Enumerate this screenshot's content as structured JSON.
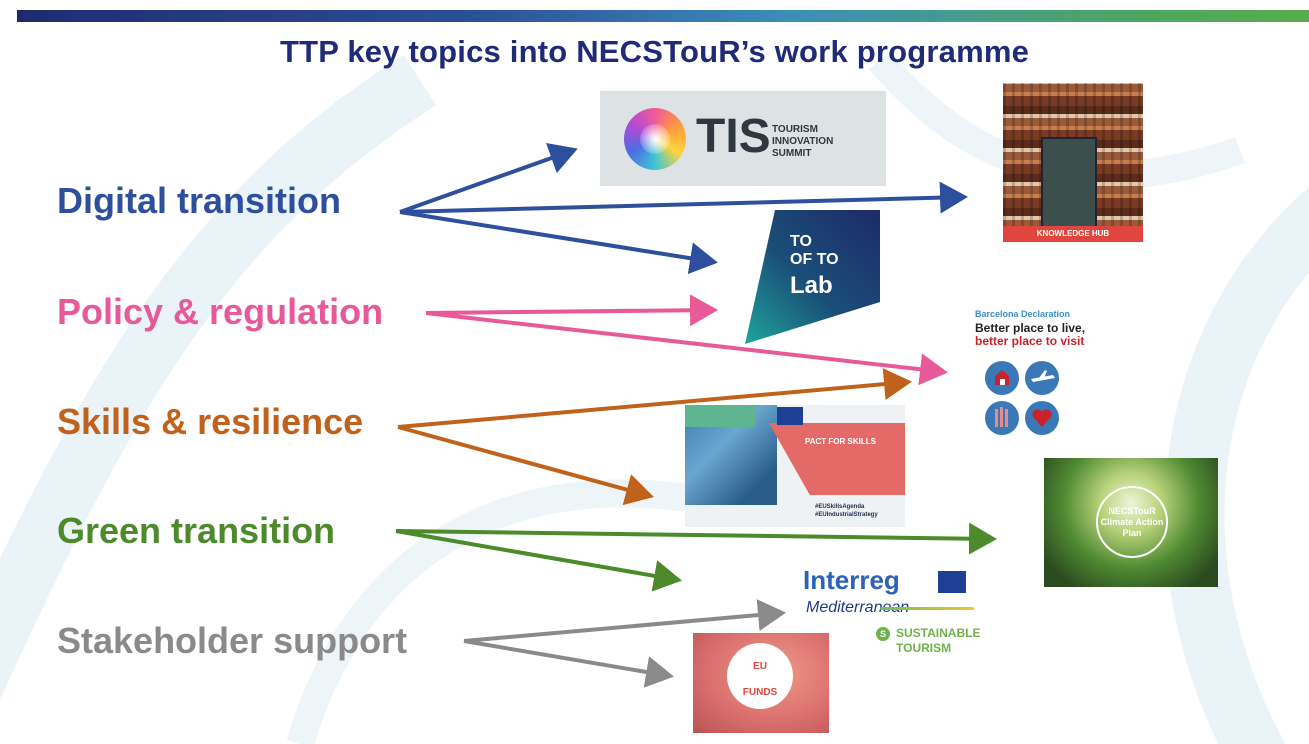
{
  "title": "TTP key topics into NECSTouR’s work programme",
  "topics": [
    {
      "label": "Digital transition",
      "color": "#2e4f9d"
    },
    {
      "label": "Policy & regulation",
      "color": "#e8599a"
    },
    {
      "label": "Skills & resilience",
      "color": "#c0621c"
    },
    {
      "label": "Green transition",
      "color": "#4c8a2c"
    },
    {
      "label": "Stakeholder support",
      "color": "#8a8a8a"
    }
  ],
  "tis": {
    "letters": "TIS",
    "sub": [
      "TOURISM",
      "INNOVATION",
      "SUMMIT"
    ]
  },
  "knowledge_hub": {
    "label": "KNOWLEDGE HUB"
  },
  "tooftolab": {
    "line1": "TO",
    "line2": "OF TO",
    "line3": "Lab"
  },
  "barcelona": {
    "head": "Barcelona Declaration",
    "line1": "Better place to live,",
    "line2": "better place to visit"
  },
  "pact": {
    "title": "PACT FOR SKILLS",
    "tag1": "#EUSkillsAgenda",
    "tag2": "#EUIndustrialStrategy"
  },
  "climate": {
    "text": "NECSTouR Climate Action Plan"
  },
  "interreg": {
    "word": "Interreg",
    "med": "Mediterranean",
    "st1": "SUSTAINABLE",
    "st2": "TOURISM",
    "s": "S"
  },
  "eufunds": {
    "line1": "EU",
    "line2": "FUNDS"
  }
}
